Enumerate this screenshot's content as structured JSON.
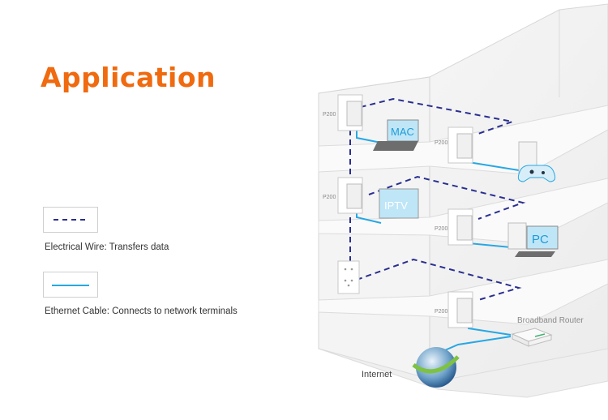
{
  "title": "Application",
  "legend": [
    {
      "label": "Electrical Wire: Transfers data",
      "style": "dashed",
      "color": "#2a2f8f"
    },
    {
      "label": "Ethernet Cable: Connects to network terminals",
      "style": "solid",
      "color": "#27a7e4"
    }
  ],
  "diagram": {
    "adapters": [
      {
        "label": "P200",
        "floor": "top-left"
      },
      {
        "label": "P200",
        "floor": "top-right"
      },
      {
        "label": "P200",
        "floor": "middle-left"
      },
      {
        "label": "P200",
        "floor": "middle-right"
      },
      {
        "label": "P200",
        "floor": "bottom-right"
      }
    ],
    "devices": {
      "mac": "MAC",
      "iptv": "IPTV",
      "pc": "PC",
      "router": "Broadband Router",
      "internet": "Internet"
    },
    "colors": {
      "electrical": "#2a2f8f",
      "ethernet": "#27a7e4",
      "accent": "#f06a0f",
      "screen": "#bfe6f7"
    }
  }
}
